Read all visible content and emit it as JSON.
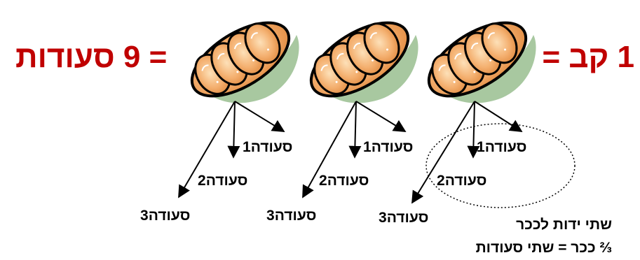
{
  "equation": {
    "left": "1 קב =",
    "right": "= 9 סעודות"
  },
  "loaves": [
    {
      "labels": [
        "סעודה1",
        "סעודה2",
        "סעודה3"
      ]
    },
    {
      "labels": [
        "סעודה1",
        "סעודה2",
        "סעודה3"
      ]
    },
    {
      "labels": [
        "סעודה1",
        "סעודה2",
        "סעודה3"
      ]
    }
  ],
  "note": {
    "line1": "שתי ידות לככר",
    "line2": "⅔ ככר = שתי סעודות"
  },
  "colors": {
    "equation": "#c00000",
    "crust": "#f0a060",
    "shadow": "#a8c8a0"
  }
}
